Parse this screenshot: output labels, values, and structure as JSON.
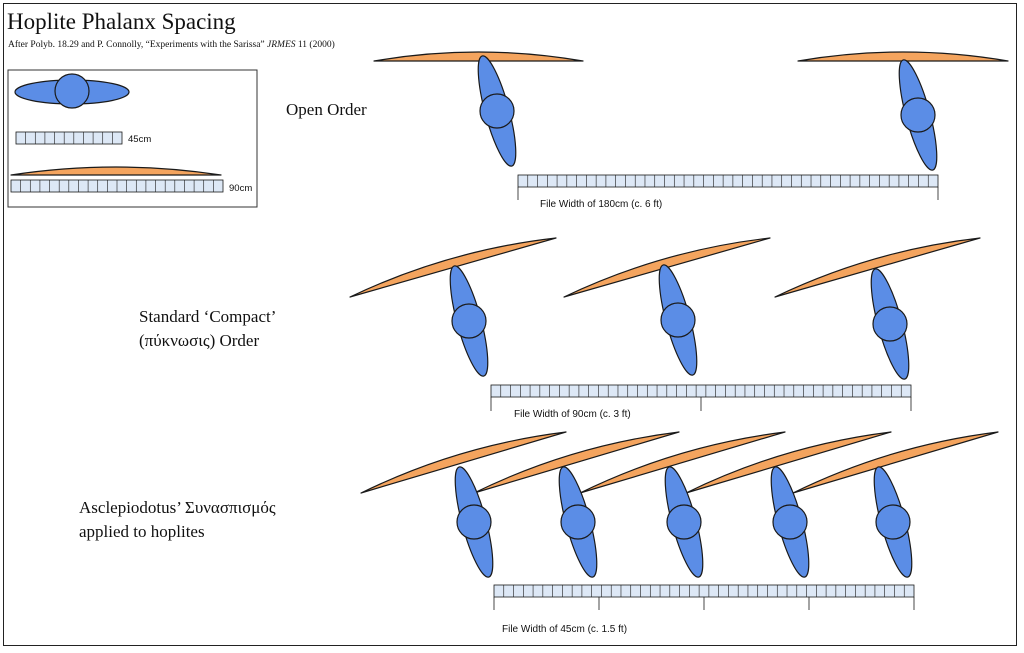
{
  "title": "Hoplite Phalanx Spacing",
  "source": {
    "before": "After Polyb. 18.29 and P. Connolly, “Experiments with the Sarissa” ",
    "journal": "JRMES",
    "after": " 11 (2000)"
  },
  "legend": {
    "hoplite_scale_label": "45cm",
    "shield_scale_label": "90cm"
  },
  "rows": {
    "open": {
      "label_lines": [
        "Open Order"
      ],
      "file_width_label": "File Width of 180cm (c. 6 ft)"
    },
    "compact": {
      "label_lines": [
        "Standard ‘Compact’",
        "(πύκνωσις) Order"
      ],
      "file_width_label": "File Width of 90cm (c. 3 ft)"
    },
    "synaspismos": {
      "label_lines": [
        "Asclepiodotus’ Συνασπισμός",
        "applied to hoplites"
      ],
      "file_width_label": "File Width of 45cm (c. 1.5 ft)"
    }
  },
  "colors": {
    "shield_fill": "#F4A45E",
    "hoplite_fill": "#5B8DE6",
    "ruler_fill": "#DDE8F6",
    "outline": "#1a1a1a"
  }
}
